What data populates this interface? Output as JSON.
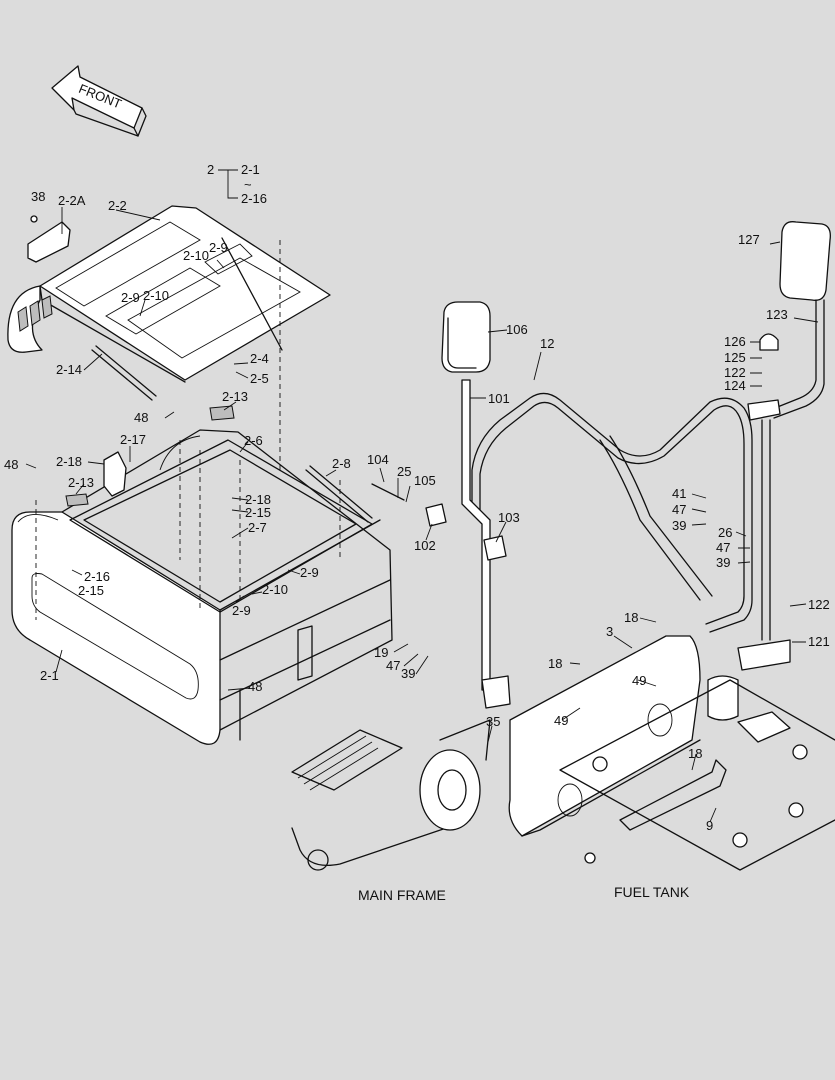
{
  "arrow_label": "FRONT",
  "captions": {
    "main_frame": "MAIN FRAME",
    "fuel_tank": "FUEL TANK"
  },
  "group_key": {
    "parent": "2",
    "first": "2-1",
    "sep": "~",
    "last": "2-16"
  },
  "labels": [
    {
      "id": "p38",
      "text": "38"
    },
    {
      "id": "p2-2A",
      "text": "2-2A"
    },
    {
      "id": "p2-2",
      "text": "2-2"
    },
    {
      "id": "p2-10a",
      "text": "2-10"
    },
    {
      "id": "p2-9a",
      "text": "2-9"
    },
    {
      "id": "p2-9b",
      "text": "2-9"
    },
    {
      "id": "p2-10b",
      "text": "2-10"
    },
    {
      "id": "p2-14",
      "text": "2-14"
    },
    {
      "id": "p2-4",
      "text": "2-4"
    },
    {
      "id": "p2-5",
      "text": "2-5"
    },
    {
      "id": "p48a",
      "text": "48"
    },
    {
      "id": "p2-13a",
      "text": "2-13"
    },
    {
      "id": "p2-17",
      "text": "2-17"
    },
    {
      "id": "p2-6",
      "text": "2-6"
    },
    {
      "id": "p48b",
      "text": "48"
    },
    {
      "id": "p2-18a",
      "text": "2-18"
    },
    {
      "id": "p2-13b",
      "text": "2-13"
    },
    {
      "id": "p2-8",
      "text": "2-8"
    },
    {
      "id": "p2-18b",
      "text": "2-18"
    },
    {
      "id": "p2-15a",
      "text": "2-15"
    },
    {
      "id": "p2-7",
      "text": "2-7"
    },
    {
      "id": "p2-16",
      "text": "2-16"
    },
    {
      "id": "p2-15b",
      "text": "2-15"
    },
    {
      "id": "p2-9c",
      "text": "2-9"
    },
    {
      "id": "p2-10c",
      "text": "2-10"
    },
    {
      "id": "p2-9d",
      "text": "2-9"
    },
    {
      "id": "p2-1",
      "text": "2-1"
    },
    {
      "id": "p48c",
      "text": "48"
    },
    {
      "id": "p106",
      "text": "106"
    },
    {
      "id": "p12",
      "text": "12"
    },
    {
      "id": "p101",
      "text": "101"
    },
    {
      "id": "p104",
      "text": "104"
    },
    {
      "id": "p25",
      "text": "25"
    },
    {
      "id": "p105",
      "text": "105"
    },
    {
      "id": "p102",
      "text": "102"
    },
    {
      "id": "p103",
      "text": "103"
    },
    {
      "id": "p19",
      "text": "19"
    },
    {
      "id": "p47a",
      "text": "47"
    },
    {
      "id": "p39a",
      "text": "39"
    },
    {
      "id": "p35",
      "text": "35"
    },
    {
      "id": "p127",
      "text": "127"
    },
    {
      "id": "p123",
      "text": "123"
    },
    {
      "id": "p126",
      "text": "126"
    },
    {
      "id": "p125",
      "text": "125"
    },
    {
      "id": "p122a",
      "text": "122"
    },
    {
      "id": "p124",
      "text": "124"
    },
    {
      "id": "p41",
      "text": "41"
    },
    {
      "id": "p47b",
      "text": "47"
    },
    {
      "id": "p39b",
      "text": "39"
    },
    {
      "id": "p26",
      "text": "26"
    },
    {
      "id": "p47c",
      "text": "47"
    },
    {
      "id": "p39c",
      "text": "39"
    },
    {
      "id": "p122b",
      "text": "122"
    },
    {
      "id": "p121",
      "text": "121"
    },
    {
      "id": "p18a",
      "text": "18"
    },
    {
      "id": "p3",
      "text": "3"
    },
    {
      "id": "p18b",
      "text": "18"
    },
    {
      "id": "p49a",
      "text": "49"
    },
    {
      "id": "p49b",
      "text": "49"
    },
    {
      "id": "p18c",
      "text": "18"
    },
    {
      "id": "p9",
      "text": "9"
    }
  ]
}
